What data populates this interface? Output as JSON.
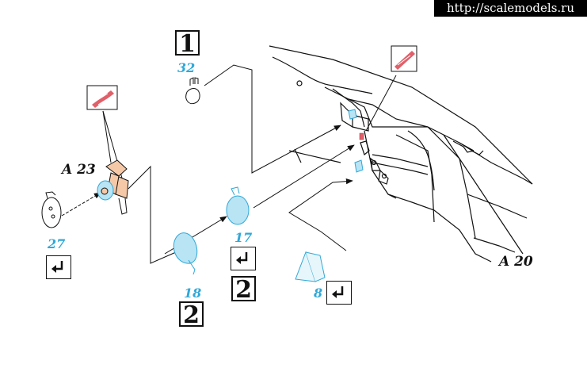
{
  "watermark": "http://scalemodels.ru",
  "labels": {
    "a23": "A 23",
    "a20": "A 20"
  },
  "parts": {
    "p32": "32",
    "p27": "27",
    "p17": "17",
    "p18": "18",
    "p8": "8"
  },
  "steps": {
    "s1": "1",
    "s2a": "2",
    "s2b": "2"
  },
  "icons": {
    "bend": "bend-arrow-icon",
    "paint": "paint-swatch-icon"
  },
  "colors": {
    "etch_blue": "#b8e4f4",
    "etch_outline": "#2fa8d8",
    "resin_part": "#f5c9a8",
    "paint_red": "#e0606a"
  }
}
